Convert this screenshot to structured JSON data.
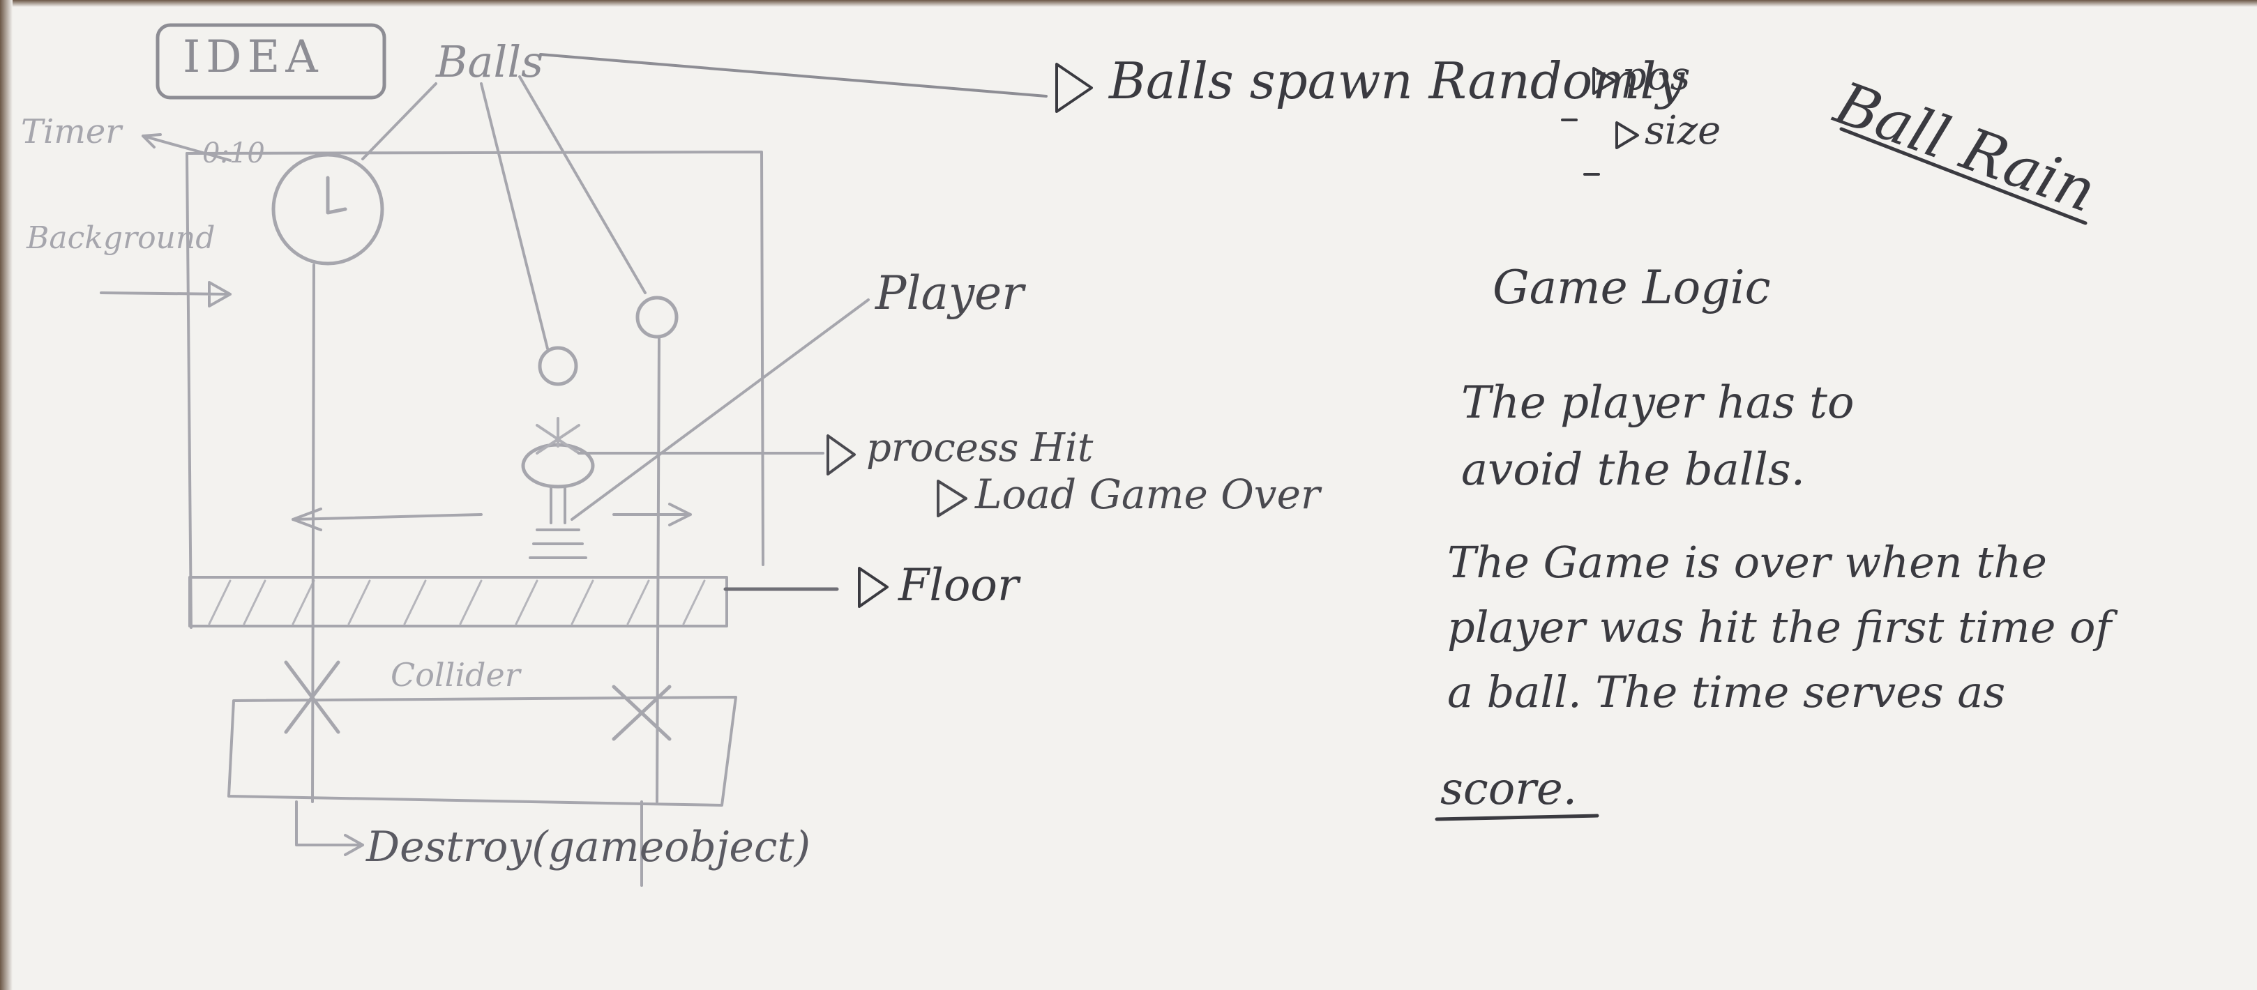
{
  "sketch": {
    "idea_label": "IDEA",
    "balls_label": "Balls",
    "timer_label": "Timer",
    "timer_value": "0:10",
    "background_label": "Background",
    "player_label": "Player",
    "process_hit_label": "process Hit",
    "load_game_over_label": "Load Game Over",
    "floor_label": "Floor",
    "collider_label": "Collider",
    "destroy_label": "Destroy(gameobject)"
  },
  "notes": {
    "balls_spawn_label": "Balls spawn Randomly",
    "pos_label": "pos",
    "size_label": "size",
    "title": "Ball Rain",
    "game_logic_heading": "Game Logic",
    "game_logic_text_1": "The player has to avoid the balls.",
    "game_logic_text_2": "The Game is over when the player was hit the first time of a ball. The time serves as",
    "game_logic_text_3": "score."
  }
}
